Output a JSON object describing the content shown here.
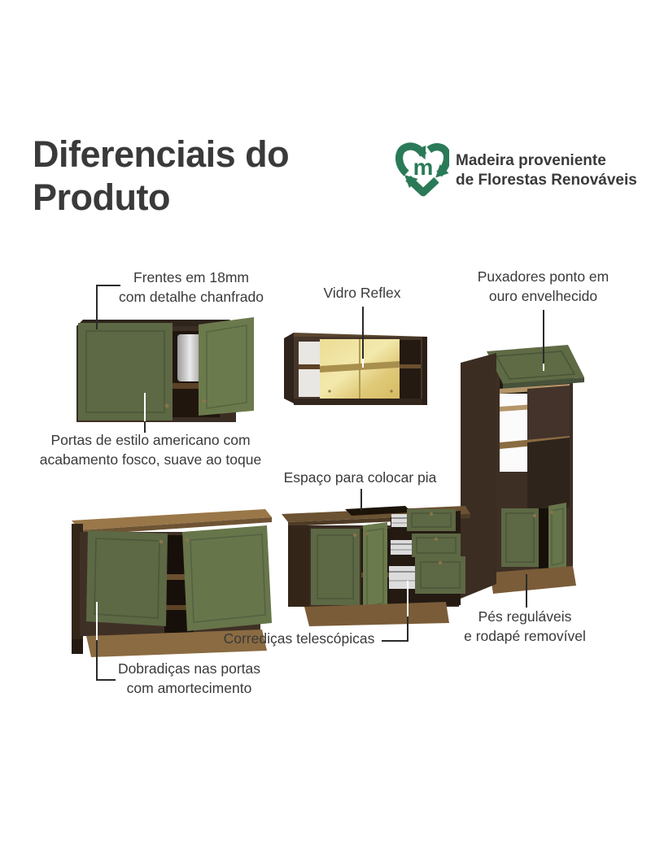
{
  "title": "Diferenciais do\nProduto",
  "logo": {
    "letter": "m",
    "text": "Madeira proveniente\nde Florestas Renováveis"
  },
  "callouts": {
    "frentes": "Frentes em 18mm\ncom detalhe chanfrado",
    "vidro": "Vidro Reflex",
    "puxadores": "Puxadores ponto em\nouro envelhecido",
    "portas": "Portas de estilo americano com\nacabamento fosco, suave ao toque",
    "espaco": "Espaço para colocar pia",
    "corredicas": "Corrediças telescópicas",
    "pes": "Pés reguláveis\ne rodapé removível",
    "dobradicas": "Dobradiças nas portas\ncom amortecimento"
  },
  "colors": {
    "text": "#3a3a3a",
    "callout_line": "#2b2b2b",
    "logo_green": "#2a7a57",
    "cabinet_green": "#5d6844",
    "cabinet_green_light": "#6b7a4c",
    "wood_dark": "#3a2d23",
    "wood_top": "#9a7748",
    "glass_yellow": "#e7d584",
    "handle_gold": "#8a734a",
    "background": "#ffffff"
  }
}
